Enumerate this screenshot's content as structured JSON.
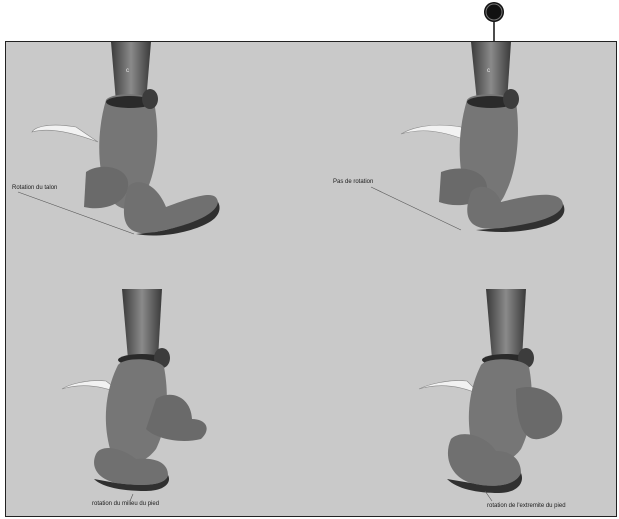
{
  "panels": [
    {
      "caption": "Rotation du talon",
      "tag": "c"
    },
    {
      "caption": "Pas de rotation",
      "tag": "c"
    },
    {
      "caption": "rotation du milieu du pied",
      "tag": ""
    },
    {
      "caption": "rotation de l'extremite du pied",
      "tag": ""
    }
  ],
  "colors": {
    "background": "#c9c9c9",
    "skin": "#7a7a7a",
    "shadow": "#3c3c3c",
    "claw": "#f2f2f2"
  }
}
